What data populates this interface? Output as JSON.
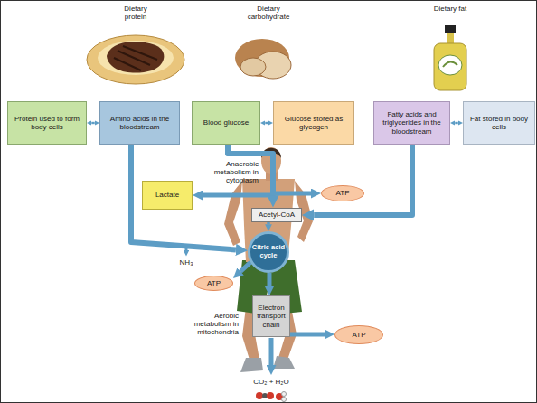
{
  "diagram": {
    "nodes": [
      {
        "text": [
          "Protein used to form body cells"
        ]
      },
      {
        "text": [
          "Amino acids in the bloodstream"
        ]
      },
      {
        "text": [
          "Blood glucose"
        ]
      },
      {
        "text": [
          "Glucose stored as glycogen"
        ]
      },
      {
        "text": [
          "Fatty acids and triglycerides in the bloodstream"
        ]
      },
      {
        "text": [
          "Fat stored in body cells"
        ]
      },
      {
        "text": [
          "Lactate"
        ]
      },
      {
        "text": [
          "ATP"
        ]
      },
      {
        "text": [
          "Acetyl-CoA"
        ]
      },
      {
        "text": [
          "Citric acid cycle"
        ]
      },
      {
        "text": [
          "ATP"
        ]
      },
      {
        "text": [
          "Electron transport chain"
        ]
      },
      {
        "text": [
          "ATP"
        ]
      }
    ],
    "edges": [
      {
        "from": 0,
        "to": 1,
        "arrow": "both"
      },
      {
        "from": 2,
        "to": 3,
        "arrow": "both"
      },
      {
        "from": 4,
        "to": 5,
        "arrow": "both"
      },
      {
        "from": 1,
        "to": 9,
        "arrow": "to"
      },
      {
        "from": 2,
        "to": 6,
        "arrow": "to"
      },
      {
        "from": 2,
        "to": 7,
        "arrow": "to"
      },
      {
        "from": 2,
        "to": 8,
        "arrow": "to"
      },
      {
        "from": 4,
        "to": 8,
        "arrow": "to"
      },
      {
        "from": 8,
        "to": 9,
        "arrow": "to"
      },
      {
        "from": 9,
        "to": 10,
        "arrow": "to"
      },
      {
        "from": 9,
        "to": 11,
        "arrow": "to"
      },
      {
        "from": 11,
        "to": 12,
        "arrow": "to"
      }
    ],
    "labels": [
      "Dietary protein",
      "Dietary carbohydrate",
      "Dietary fat",
      "Anaerobic metabolism in cytoplasm",
      "NH₃",
      "Aerobic metabolism in mitochondria",
      "CO₂ + H₂O"
    ]
  }
}
